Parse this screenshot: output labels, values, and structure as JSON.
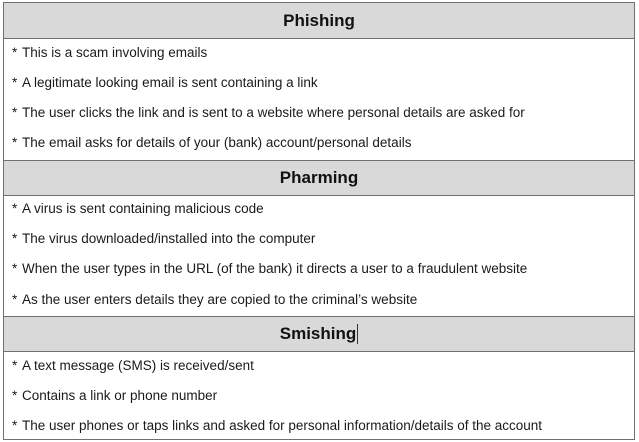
{
  "sections": [
    {
      "title": "Phishing",
      "items": [
        "This is a scam involving emails",
        "A legitimate looking email is sent containing a link",
        "The user clicks the link and is sent to a website where personal details are asked for",
        "The email asks for details of your (bank) account/personal details"
      ]
    },
    {
      "title": "Pharming",
      "items": [
        "A virus is sent containing malicious code",
        "The virus downloaded/installed into the computer",
        "When the user types in the URL (of the bank) it directs a user to a fraudulent website",
        "As the user enters details they are copied to the criminal’s website"
      ]
    },
    {
      "title": "Smishing",
      "items": [
        "A text message (SMS) is received/sent",
        "Contains a link or phone number",
        "The user phones or taps links and asked for personal information/details of the account"
      ]
    }
  ],
  "bullet_marker": "*",
  "colors": {
    "header_background": "#d9d9d9",
    "border": "#6f6f6f",
    "text": "#111111"
  }
}
